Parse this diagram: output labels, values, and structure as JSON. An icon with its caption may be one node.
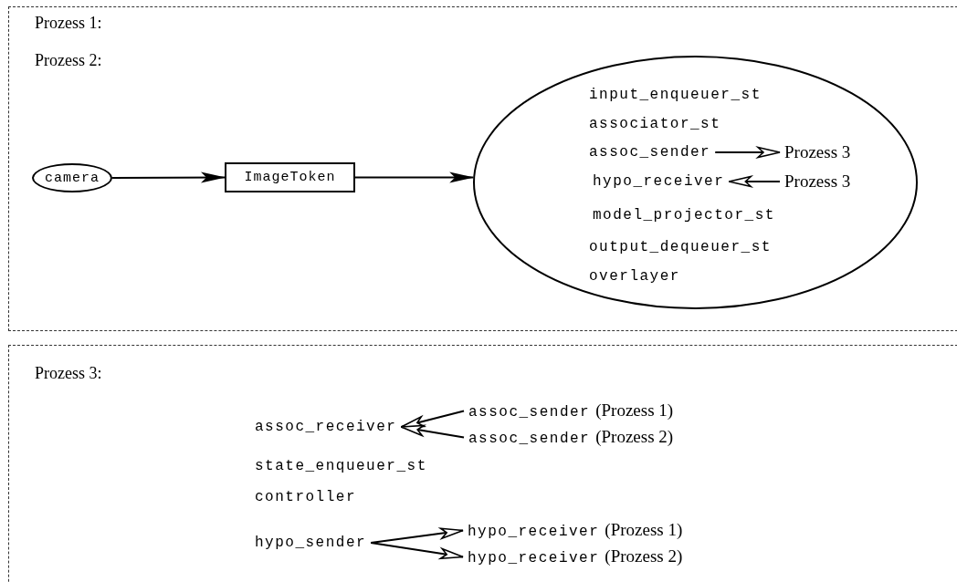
{
  "diagram": {
    "nodes": [
      {
        "text": [
          "Prozess 1:",
          "Prozess 2:"
        ]
      },
      {
        "text": [
          "camera"
        ],
        "in": 0
      },
      {
        "text": [
          "ImageToken"
        ],
        "in": 0
      },
      {
        "text": [],
        "shape": "ellipse",
        "in": 0
      },
      {
        "text": [
          "input_enqueuer_st"
        ],
        "in": 3
      },
      {
        "text": [
          "associator_st"
        ],
        "in": 3
      },
      {
        "text": [
          "assoc_sender"
        ],
        "in": 3
      },
      {
        "text": [
          "Prozess 3"
        ],
        "in": 3
      },
      {
        "text": [
          "hypo_receiver"
        ],
        "in": 3
      },
      {
        "text": [
          "Prozess 3"
        ],
        "in": 3
      },
      {
        "text": [
          "model_projector_st"
        ],
        "in": 3
      },
      {
        "text": [
          "output_dequeuer_st"
        ],
        "in": 3
      },
      {
        "text": [
          "overlayer"
        ],
        "in": 3
      },
      {
        "text": [
          "Prozess 3:"
        ]
      },
      {
        "text": [
          "assoc_receiver"
        ],
        "in": 13
      },
      {
        "text": [
          "assoc_sender",
          "(Prozess 1)"
        ],
        "in": 13
      },
      {
        "text": [
          "assoc_sender",
          "(Prozess 2)"
        ],
        "in": 13
      },
      {
        "text": [
          "state_enqueuer_st"
        ],
        "in": 13
      },
      {
        "text": [
          "controller"
        ],
        "in": 13
      },
      {
        "text": [
          "hypo_sender"
        ],
        "in": 13
      },
      {
        "text": [
          "hypo_receiver",
          "(Prozess 1)"
        ],
        "in": 13
      },
      {
        "text": [
          "hypo_receiver",
          "(Prozess 2)"
        ],
        "in": 13
      }
    ],
    "edges": [
      {
        "from": 1,
        "to": 2,
        "arrow": "to"
      },
      {
        "from": 2,
        "to": 3,
        "arrow": "to"
      },
      {
        "from": 6,
        "to": 7,
        "arrow": "to"
      },
      {
        "from": 9,
        "to": 8,
        "arrow": "to"
      },
      {
        "from": 15,
        "to": 14,
        "arrow": "to"
      },
      {
        "from": 16,
        "to": 14,
        "arrow": "to"
      },
      {
        "from": 19,
        "to": 20,
        "arrow": "to"
      },
      {
        "from": 19,
        "to": 21,
        "arrow": "to"
      }
    ]
  }
}
